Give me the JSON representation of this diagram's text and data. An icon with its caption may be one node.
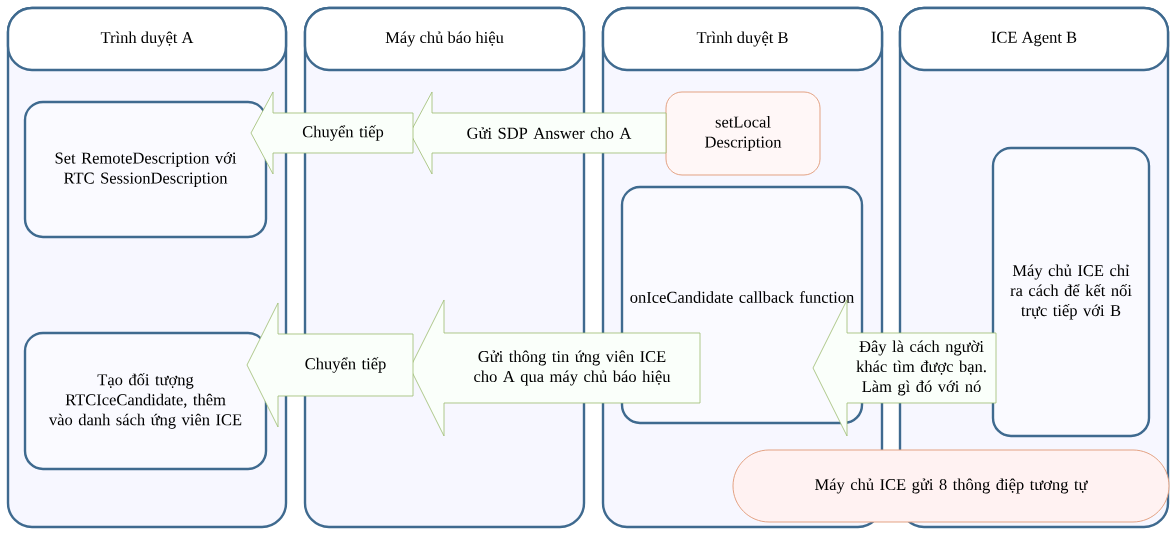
{
  "diagram": {
    "nodes": [
      {
        "text": [
          "Trình duyệt A"
        ]
      },
      {
        "text": [
          "Máy chủ báo hiệu"
        ]
      },
      {
        "text": [
          "Trình duyệt B"
        ]
      },
      {
        "text": [
          "ICE Agent B"
        ]
      },
      {
        "text": [
          "Set RemoteDescription với RTC SessionDescription"
        ],
        "in": 0
      },
      {
        "text": [
          "setLocal Description"
        ],
        "in": 2
      },
      {
        "text": [
          "onIceCandidate callback function"
        ],
        "in": 2
      },
      {
        "text": [
          "Tạo đối tượng RTCIceCandidate, thêm vào danh sách ứng viên ICE"
        ],
        "in": 0
      },
      {
        "text": [
          "Máy chủ ICE chỉ ra cách để kết nối trực tiếp với B"
        ],
        "in": 3
      },
      {
        "text": [
          "Máy chủ ICE gửi 8 thông điệp tương tự"
        ]
      }
    ],
    "edges": [
      {
        "from": 5,
        "to": 1,
        "arrow": "to",
        "label": "Gửi SDP Answer cho A"
      },
      {
        "from": 1,
        "to": 4,
        "arrow": "to",
        "label": "Chuyển tiếp"
      },
      {
        "from": 8,
        "to": 6,
        "arrow": "to",
        "label": "Đây là cách người khác tìm được bạn. Làm gì đó với nó"
      },
      {
        "from": 6,
        "to": 1,
        "arrow": "to",
        "label": "Gửi thông tin ứng viên ICE cho A qua máy chủ báo hiệu"
      },
      {
        "from": 1,
        "to": 7,
        "arrow": "to",
        "label": "Chuyển tiếp"
      }
    ]
  }
}
